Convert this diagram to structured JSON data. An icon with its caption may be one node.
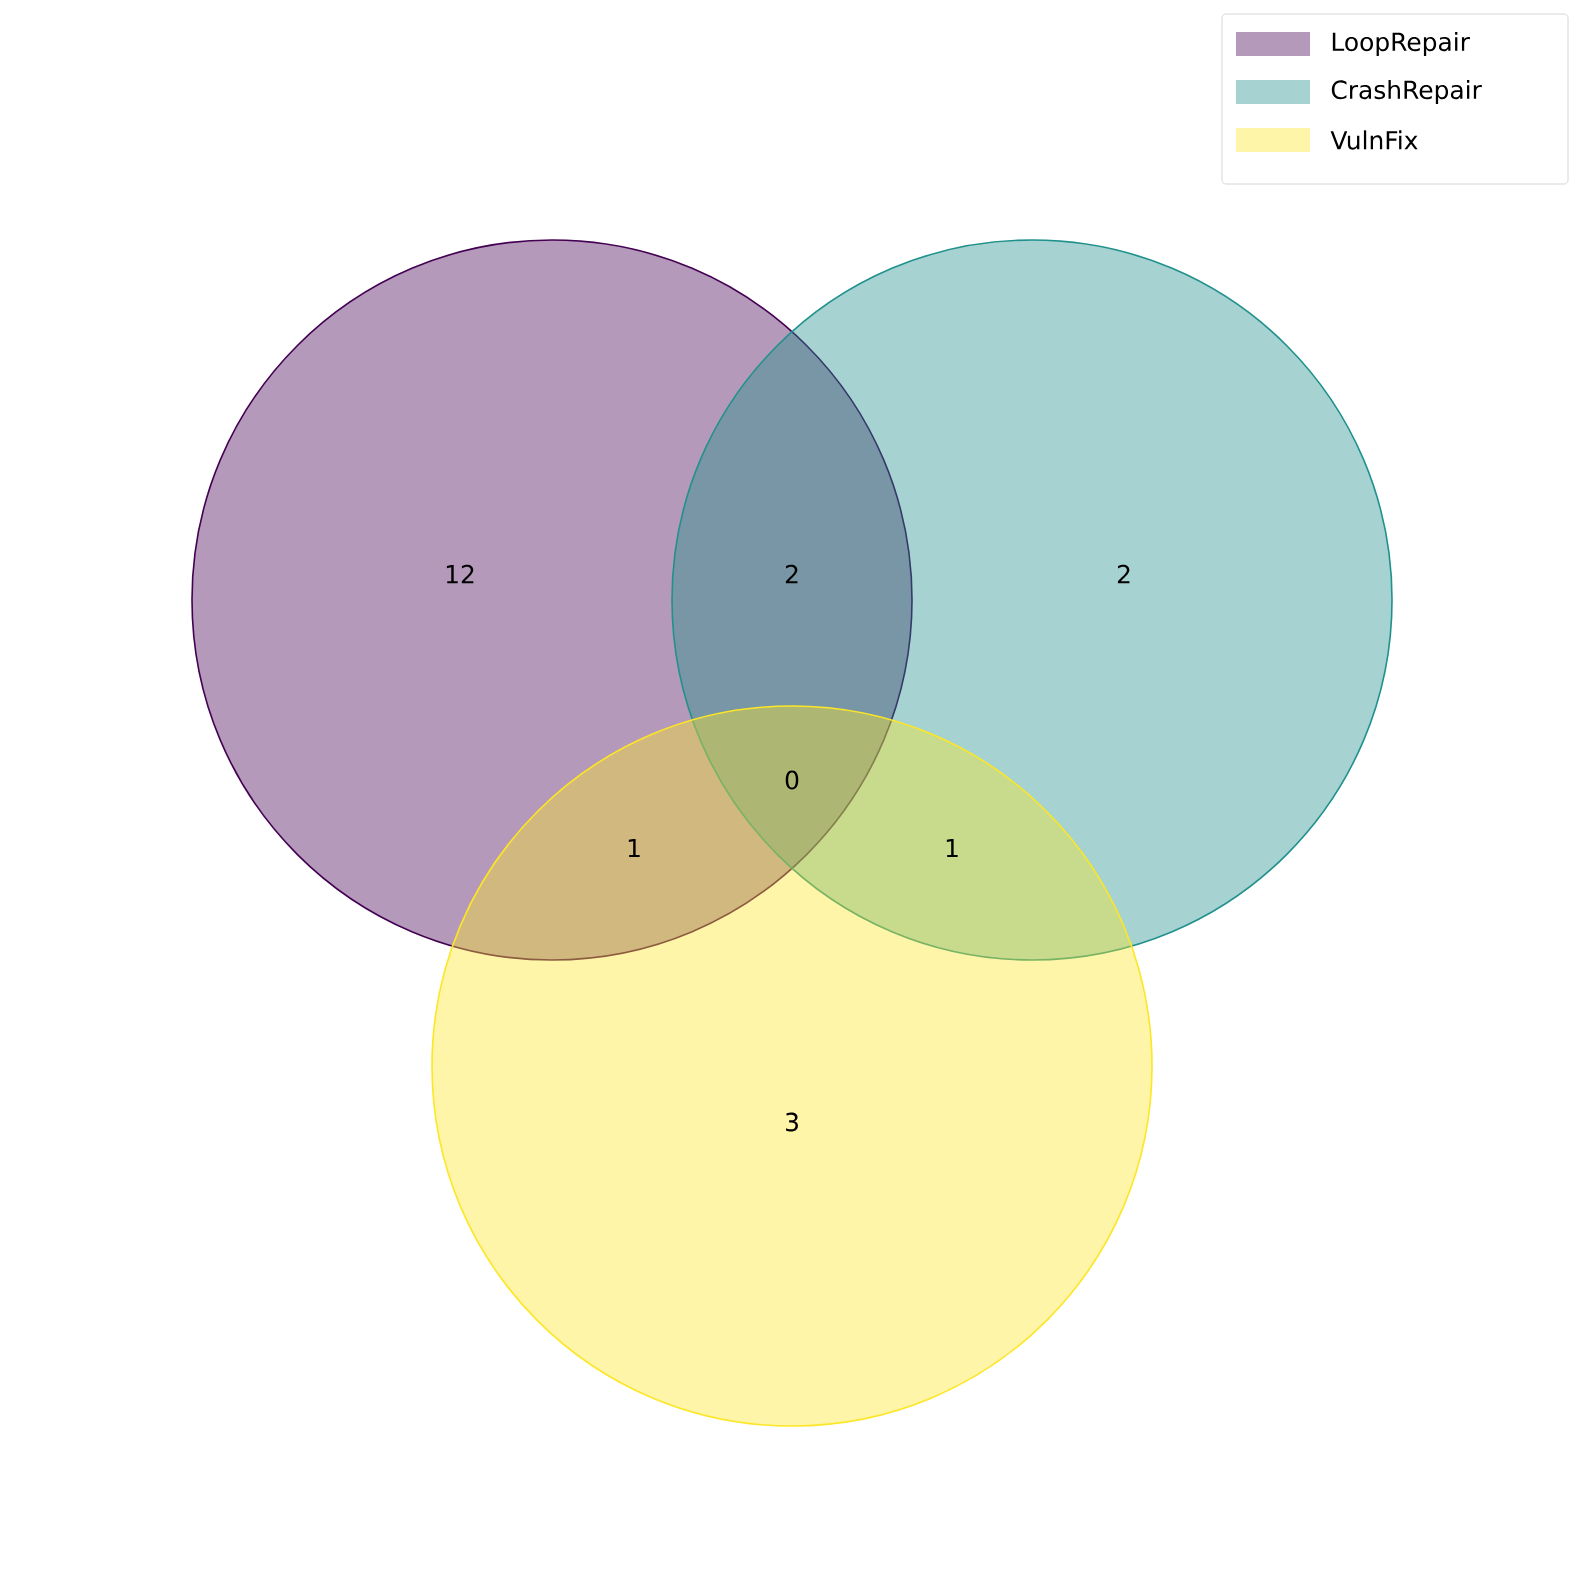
{
  "diagram": {
    "labels": [
      "12",
      "2",
      "2",
      "0",
      "1",
      "1",
      "3"
    ],
    "legend": [
      {
        "text": "LoopRepair",
        "color": "#b499ba"
      },
      {
        "text": "CrashRepair",
        "color": "#a6d3d1"
      },
      {
        "text": "VulnFix",
        "color": "#fef5a8"
      }
    ]
  }
}
